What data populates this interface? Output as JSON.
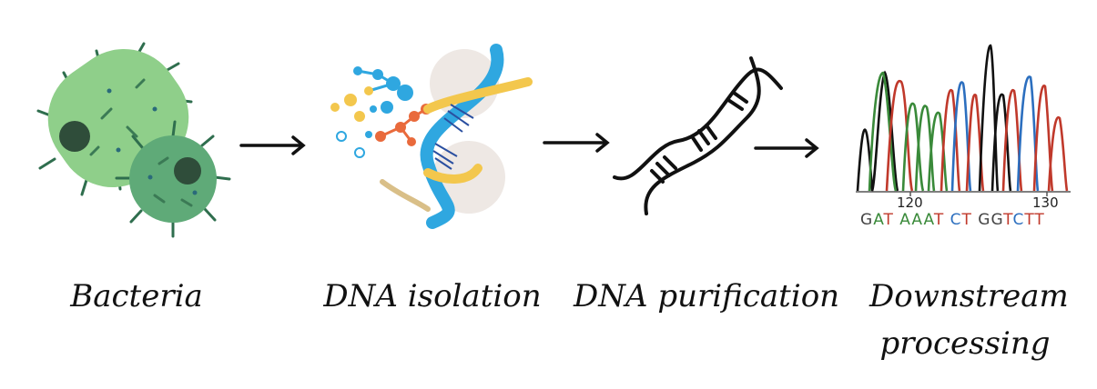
{
  "steps": [
    {
      "label": "Bacteria"
    },
    {
      "label": "DNA isolation"
    },
    {
      "label": "DNA purification"
    },
    {
      "label": "Downstream processing",
      "label_line1": "Downstream",
      "label_line2": "processing"
    }
  ],
  "chromatogram": {
    "tick_labels": [
      "120",
      "130"
    ],
    "sequence": [
      {
        "base": "G",
        "color": "#444444"
      },
      {
        "base": "A",
        "color": "#3a8a3a"
      },
      {
        "base": "T",
        "color": "#c0392b"
      },
      {
        "base": " ",
        "color": "#000000"
      },
      {
        "base": "A",
        "color": "#3a8a3a"
      },
      {
        "base": "A",
        "color": "#3a8a3a"
      },
      {
        "base": "A",
        "color": "#3a8a3a"
      },
      {
        "base": "T",
        "color": "#c0392b"
      },
      {
        "base": " ",
        "color": "#000000"
      },
      {
        "base": "C",
        "color": "#2c6fbf"
      },
      {
        "base": "T",
        "color": "#c0392b"
      },
      {
        "base": " ",
        "color": "#000000"
      },
      {
        "base": "G",
        "color": "#444444"
      },
      {
        "base": "G",
        "color": "#444444"
      },
      {
        "base": "T",
        "color": "#c0392b"
      },
      {
        "base": "C",
        "color": "#2c6fbf"
      },
      {
        "base": "T",
        "color": "#c0392b"
      },
      {
        "base": "T",
        "color": "#c0392b"
      }
    ]
  },
  "colors": {
    "bacteria_light": "#8fcf8a",
    "bacteria_dark": "#4f9e6a",
    "helix_blue": "#2fa7e0",
    "helix_yellow": "#f3c74d",
    "helix_orange": "#e96a3c"
  }
}
